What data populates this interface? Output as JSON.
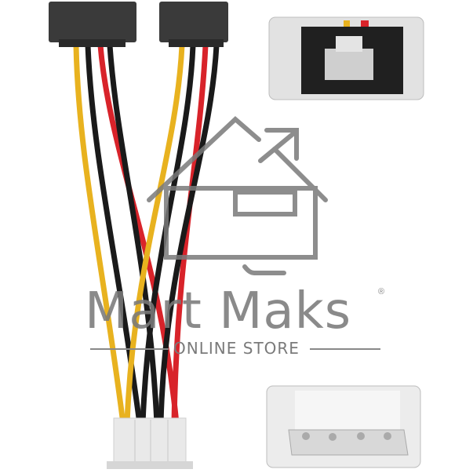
{
  "product": {
    "description": "Molex 4-pin to dual SATA power splitter cable",
    "wire_colors": {
      "yellow": "#e8b21f",
      "black": "#1a1a1a",
      "red": "#d8232a"
    },
    "connector_colors": {
      "sata": "#3a3a3a",
      "molex": "#e6e6e6"
    }
  },
  "insets": {
    "sata_closeup": "sata-connector-closeup",
    "molex_closeup": "molex-connector-closeup"
  },
  "watermark": {
    "brand": "Mart Maks",
    "registered": "®",
    "tagline": "ONLINE STORE",
    "icon": "house-shop-icon",
    "color": "#7a7a7a"
  }
}
